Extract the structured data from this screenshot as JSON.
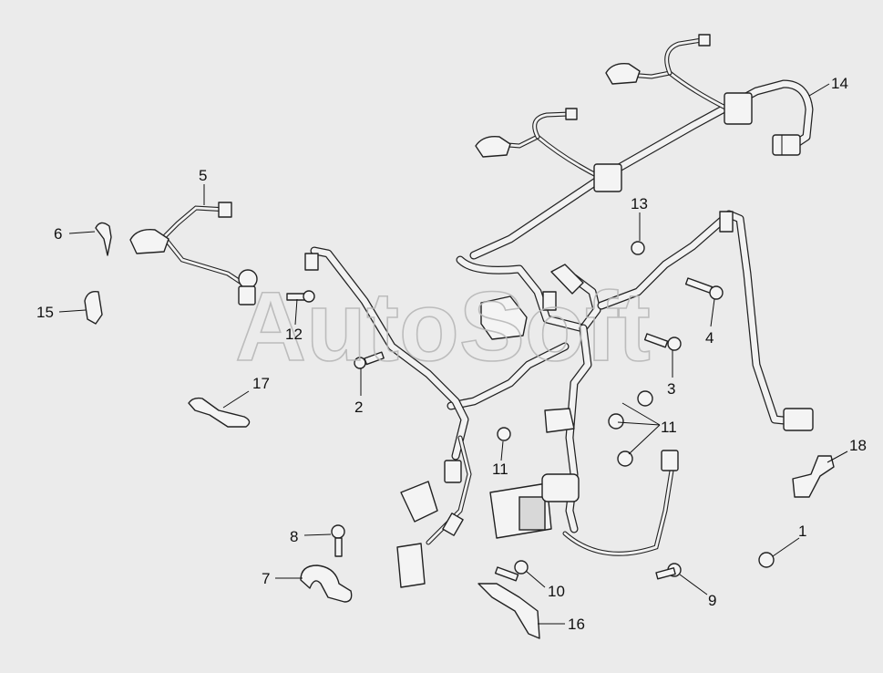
{
  "watermark": "AutoSoft",
  "callouts": [
    {
      "id": "1",
      "label": "1"
    },
    {
      "id": "2",
      "label": "2"
    },
    {
      "id": "3",
      "label": "3"
    },
    {
      "id": "4",
      "label": "4"
    },
    {
      "id": "5",
      "label": "5"
    },
    {
      "id": "6",
      "label": "6"
    },
    {
      "id": "7",
      "label": "7"
    },
    {
      "id": "8",
      "label": "8"
    },
    {
      "id": "9",
      "label": "9"
    },
    {
      "id": "10",
      "label": "10"
    },
    {
      "id": "11a",
      "label": "11"
    },
    {
      "id": "11b",
      "label": "11"
    },
    {
      "id": "12",
      "label": "12"
    },
    {
      "id": "13",
      "label": "13"
    },
    {
      "id": "14",
      "label": "14"
    },
    {
      "id": "15",
      "label": "15"
    },
    {
      "id": "16",
      "label": "16"
    },
    {
      "id": "17",
      "label": "17"
    },
    {
      "id": "18",
      "label": "18"
    }
  ]
}
